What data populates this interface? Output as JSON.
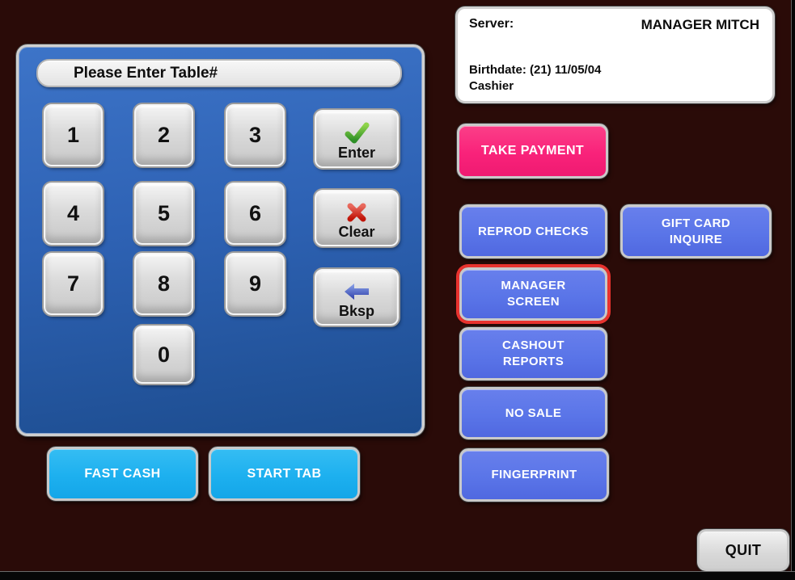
{
  "server_panel": {
    "server_label": "Server:",
    "server_name": "MANAGER MITCH",
    "meta": "Birthdate: (21) 11/05/04\nCashier"
  },
  "keypad": {
    "prompt": "Please Enter Table#",
    "keys": [
      "1",
      "2",
      "3",
      "4",
      "5",
      "6",
      "7",
      "8",
      "9",
      "0"
    ],
    "enter_label": "Enter",
    "clear_label": "Clear",
    "bksp_label": "Bksp"
  },
  "icons": {
    "enter_icon": "green-check",
    "clear_icon": "red-x",
    "bksp_icon": "blue-left-arrow"
  },
  "quick_buttons": {
    "fast_cash": "FAST CASH",
    "start_tab": "START TAB"
  },
  "action_buttons": {
    "take_payment": "TAKE PAYMENT",
    "reprod_checks": "REPROD CHECKS",
    "gift_card_inquire": "GIFT CARD\nINQUIRE",
    "manager_screen": "MANAGER\nSCREEN",
    "cashout_reports": "CASHOUT\nREPORTS",
    "no_sale": "NO SALE",
    "fingerprint": "FINGERPRINT"
  },
  "quit": {
    "label": "QUIT"
  },
  "colors": {
    "background": "#2a0b08",
    "panel_blue_top": "#3d74c8",
    "panel_blue_bottom": "#1c4c8e",
    "pink": "#f9227a",
    "periwinkle": "#5a75e8",
    "cyan": "#1db0ef",
    "highlight_red": "#e8322e"
  }
}
